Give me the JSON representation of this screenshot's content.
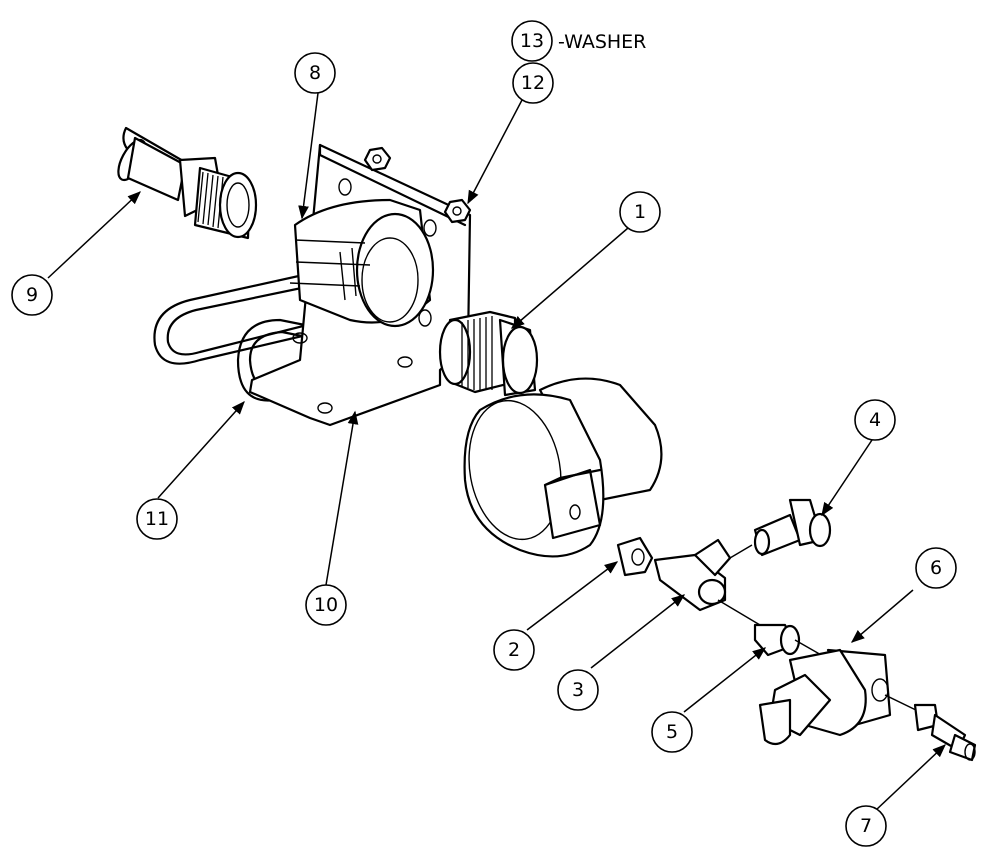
{
  "callouts": [
    {
      "id": "1",
      "label": "1"
    },
    {
      "id": "2",
      "label": "2"
    },
    {
      "id": "3",
      "label": "3"
    },
    {
      "id": "4",
      "label": "4"
    },
    {
      "id": "5",
      "label": "5"
    },
    {
      "id": "6",
      "label": "6"
    },
    {
      "id": "7",
      "label": "7"
    },
    {
      "id": "8",
      "label": "8"
    },
    {
      "id": "9",
      "label": "9"
    },
    {
      "id": "10",
      "label": "10"
    },
    {
      "id": "11",
      "label": "11"
    },
    {
      "id": "12",
      "label": "12"
    },
    {
      "id": "13",
      "label": "13",
      "note": "-WASHER"
    }
  ]
}
